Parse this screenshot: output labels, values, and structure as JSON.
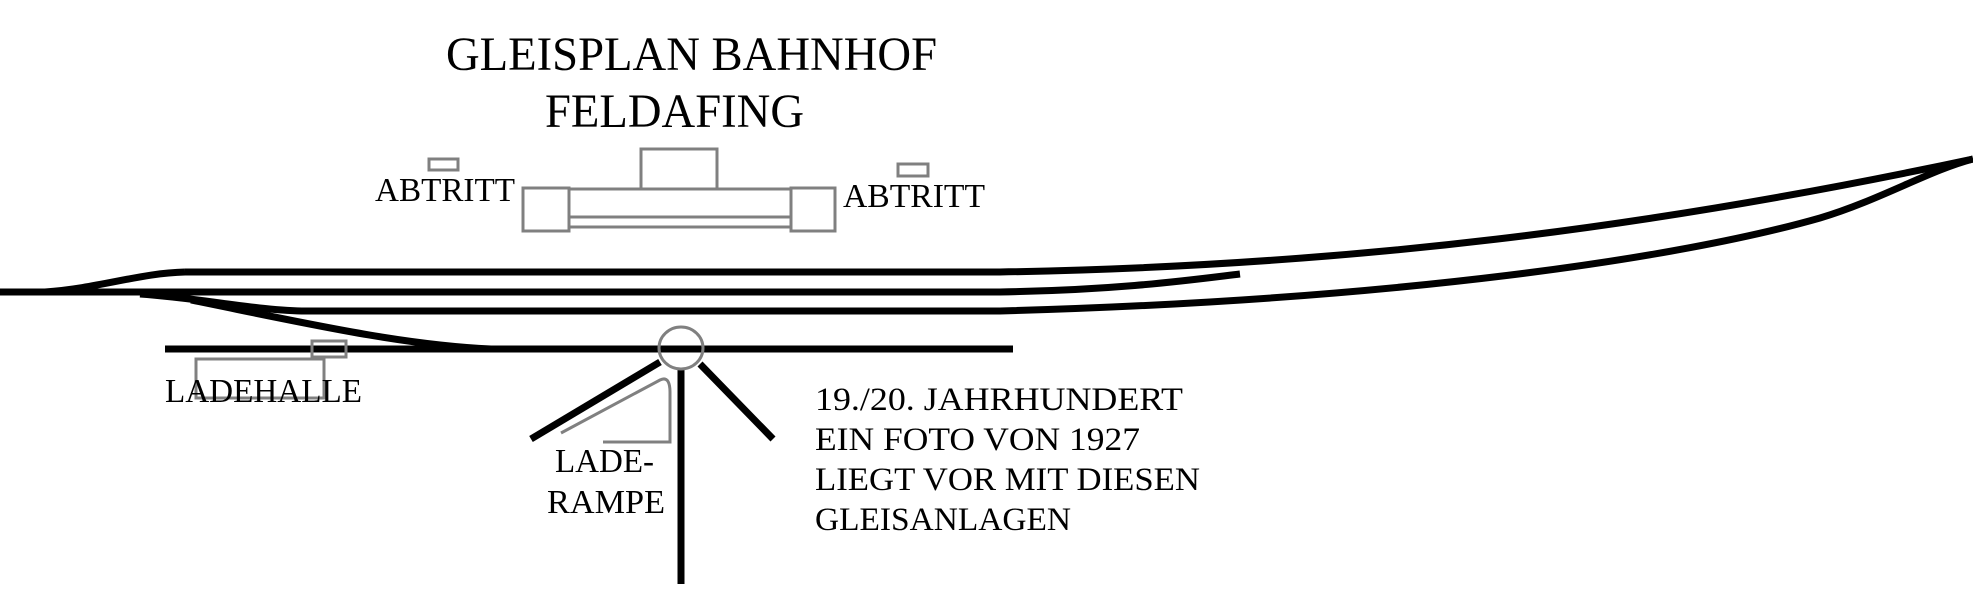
{
  "title": {
    "line1": "Gleisplan Bahnhof",
    "line2": "Feldafing"
  },
  "labels": {
    "abtritt_left": "Abtritt",
    "abtritt_right": "Abtritt",
    "ladehalle": "Ladehalle",
    "laderampe_1": "Lade-",
    "laderampe_2": "Rampe"
  },
  "note": {
    "line1": "19./20. Jahrhundert",
    "line2": "Ein Foto von 1927",
    "line3": "liegt vor mit diesen",
    "line4": "Gleisanlagen"
  },
  "colors": {
    "track": "#000000",
    "building": "#808080",
    "background": "#ffffff"
  }
}
